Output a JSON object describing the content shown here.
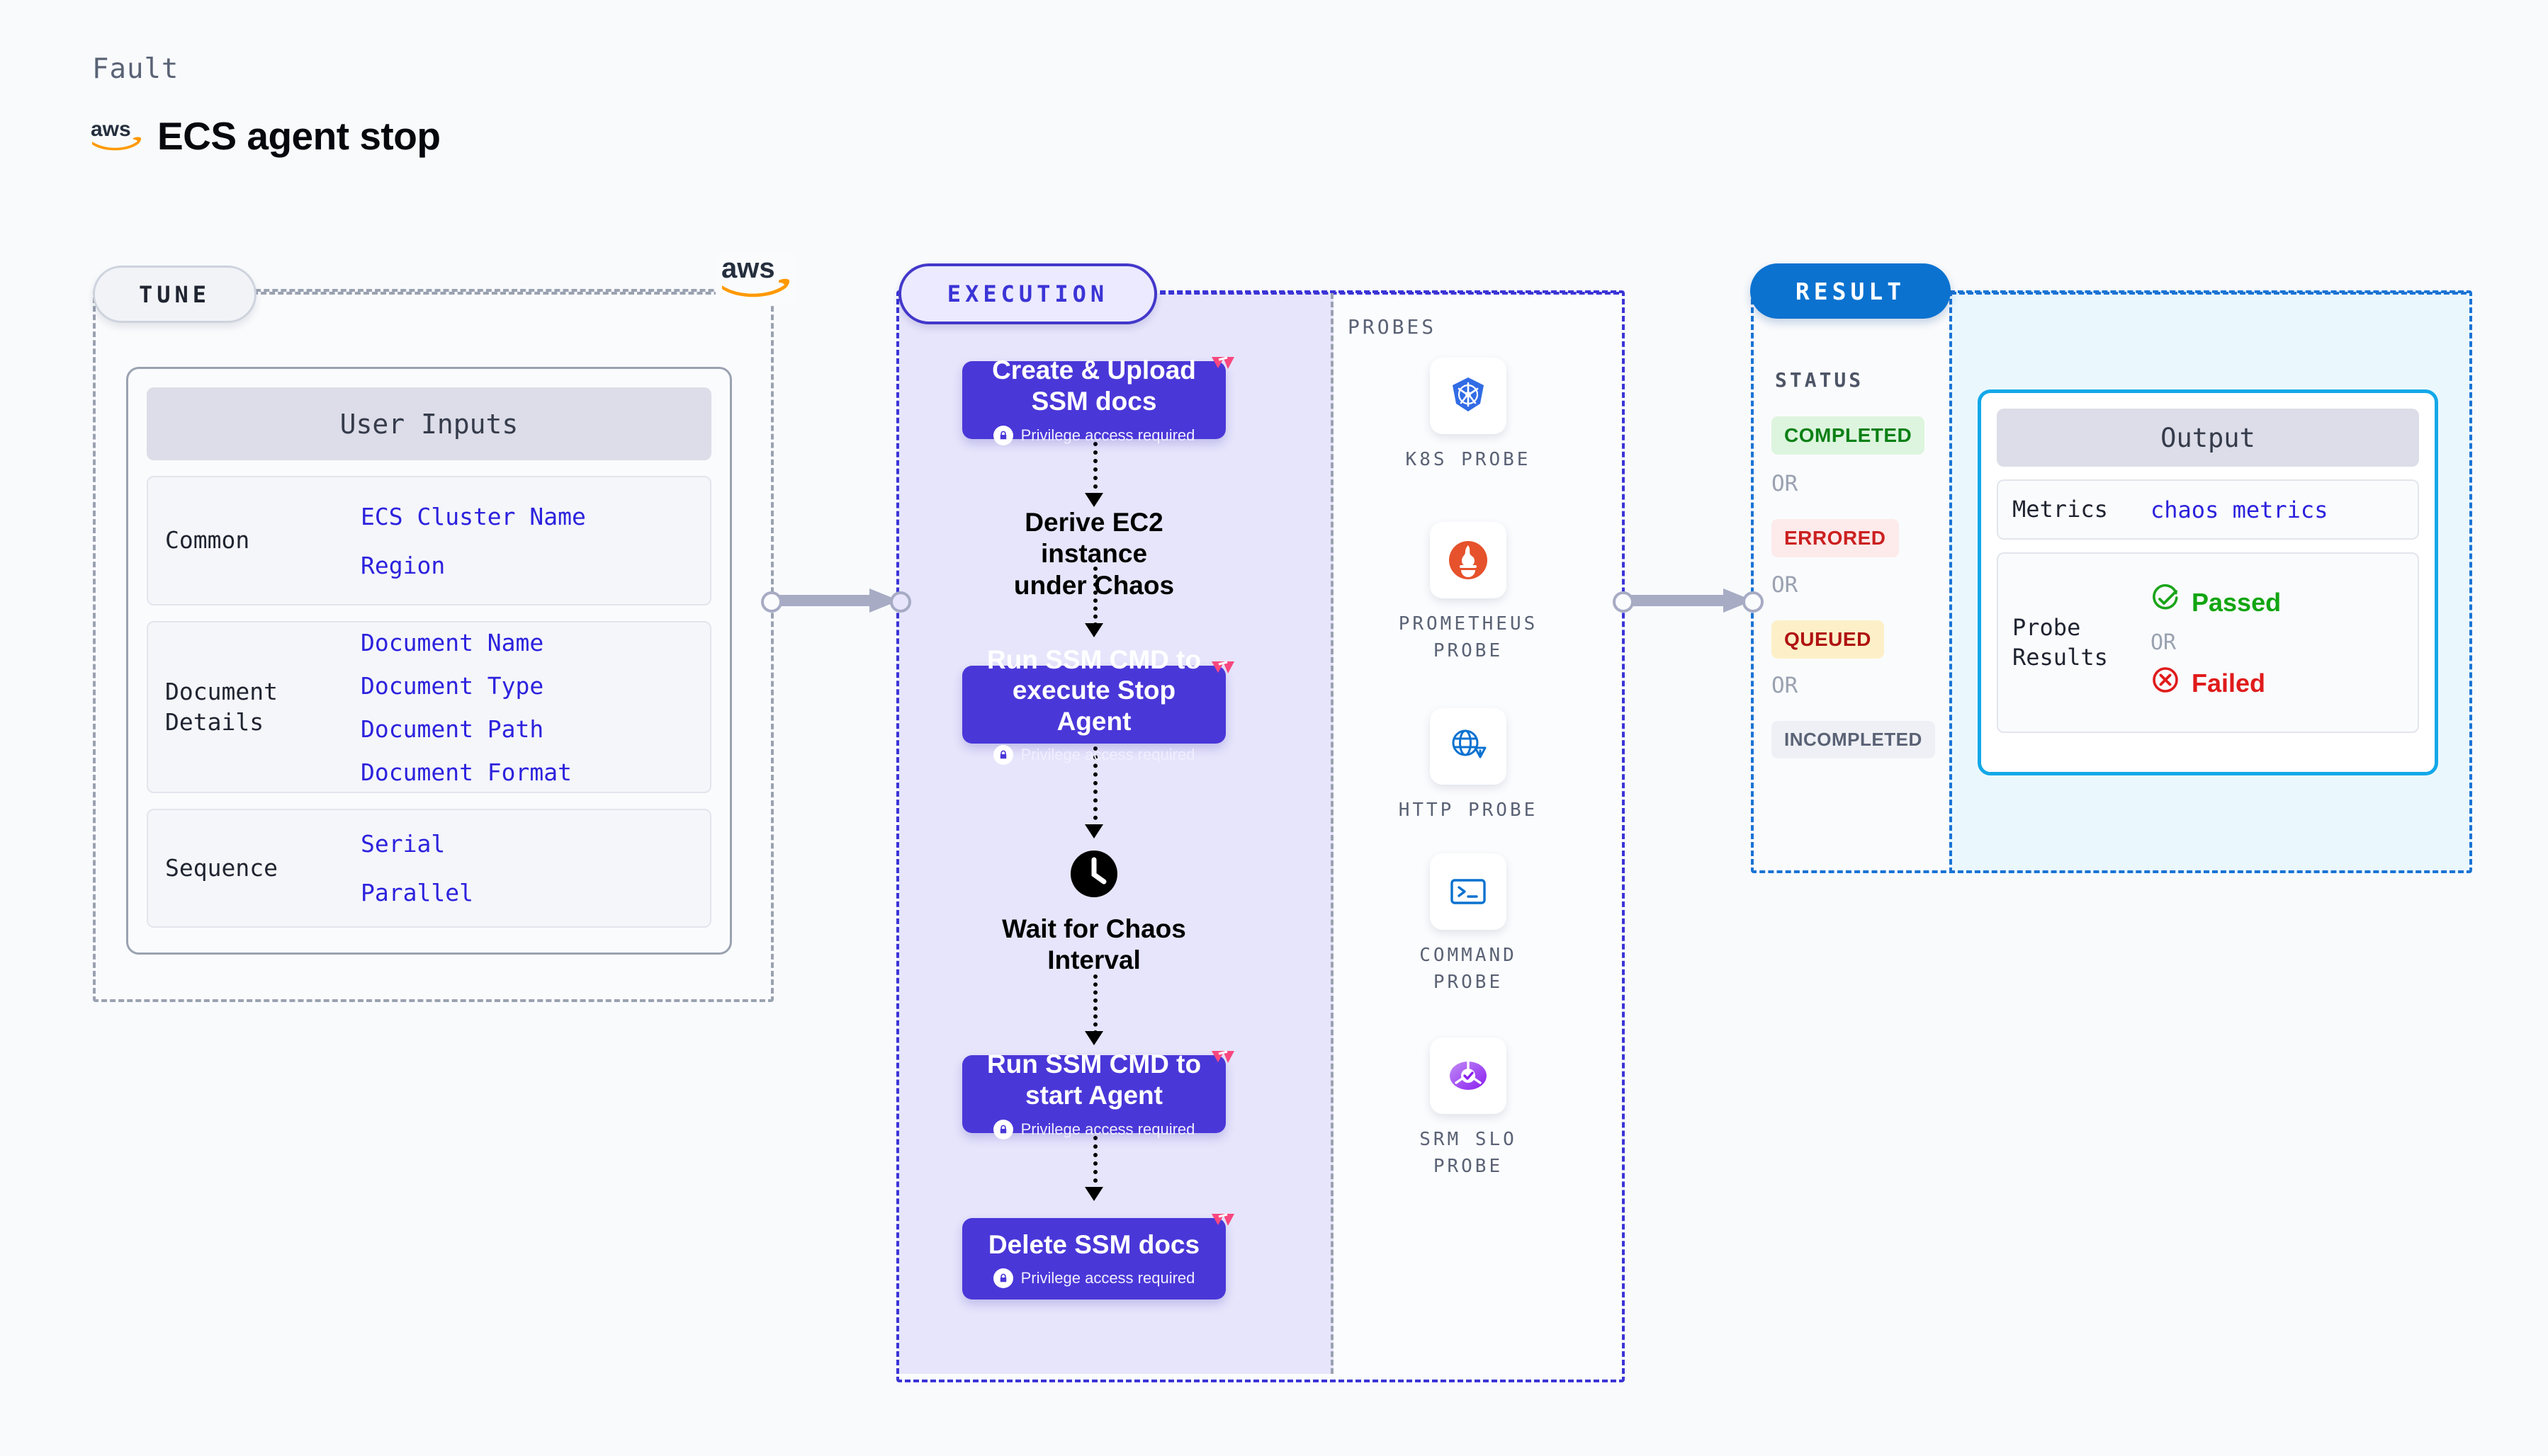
{
  "header": {
    "fault_label": "Fault",
    "brand_icon": "aws-logo",
    "title": "ECS agent stop"
  },
  "tune": {
    "pill_label": "TUNE",
    "brand_icon": "aws-logo",
    "card_title": "User Inputs",
    "groups": [
      {
        "label": "Common",
        "values": [
          "ECS Cluster Name",
          "Region"
        ]
      },
      {
        "label": "Document\nDetails",
        "values": [
          "Document Name",
          "Document Type",
          "Document Path",
          "Document Format"
        ]
      },
      {
        "label": "Sequence",
        "values": [
          "Serial",
          "Parallel"
        ]
      }
    ]
  },
  "execution": {
    "pill_label": "EXECUTION",
    "privilege_note": "Privilege access required",
    "steps": [
      {
        "kind": "node",
        "label": "Create & Upload\nSSM docs",
        "privileged": true,
        "marker": "harness-pink-marker"
      },
      {
        "kind": "plain",
        "label": "Derive EC2 instance\nunder Chaos",
        "privileged": false,
        "icon": ""
      },
      {
        "kind": "node",
        "label": "Run SSM CMD to\nexecute Stop Agent",
        "privileged": true,
        "marker": "harness-pink-marker"
      },
      {
        "kind": "plain",
        "label": "Wait for Chaos\nInterval",
        "privileged": false,
        "icon": "clock-icon"
      },
      {
        "kind": "node",
        "label": "Run SSM CMD to\nstart Agent",
        "privileged": true,
        "marker": "harness-pink-marker"
      },
      {
        "kind": "node",
        "label": "Delete SSM docs",
        "privileged": true,
        "marker": "harness-pink-marker"
      }
    ]
  },
  "probes": {
    "title": "PROBES",
    "items": [
      {
        "label": "K8S  PROBE",
        "icon": "kubernetes-icon"
      },
      {
        "label": "PROMETHEUS\nPROBE",
        "icon": "prometheus-icon"
      },
      {
        "label": "HTTP  PROBE",
        "icon": "http-globe-icon"
      },
      {
        "label": "COMMAND\nPROBE",
        "icon": "terminal-icon"
      },
      {
        "label": "SRM  SLO\nPROBE",
        "icon": "srm-slo-icon"
      }
    ]
  },
  "result": {
    "pill_label": "RESULT",
    "status_title": "STATUS",
    "or_label": "OR",
    "statuses": [
      {
        "label": "COMPLETED",
        "bg": "#ddf5df",
        "fg": "#0b8016"
      },
      {
        "label": "ERRORED",
        "bg": "#fdeaea",
        "fg": "#cc2020"
      },
      {
        "label": "QUEUED",
        "bg": "#fdf0c8",
        "fg": "#b01212"
      },
      {
        "label": "INCOMPLETED",
        "bg": "#eef0f5",
        "fg": "#5a6275"
      }
    ]
  },
  "output": {
    "card_title": "Output",
    "rows": [
      {
        "label": "Metrics",
        "value": "chaos metrics"
      },
      {
        "label": "Probe\nResults",
        "passed": "Passed",
        "or_label": "OR",
        "failed": "Failed"
      }
    ]
  },
  "colors": {
    "accent_purple": "#4a37d8",
    "accent_blue": "#0b72d0",
    "accent_cyan": "#12a8e8",
    "pink_marker": "#f9477f",
    "mono_blue": "#2c22dd",
    "gray_dash": "#9aa2b1"
  }
}
